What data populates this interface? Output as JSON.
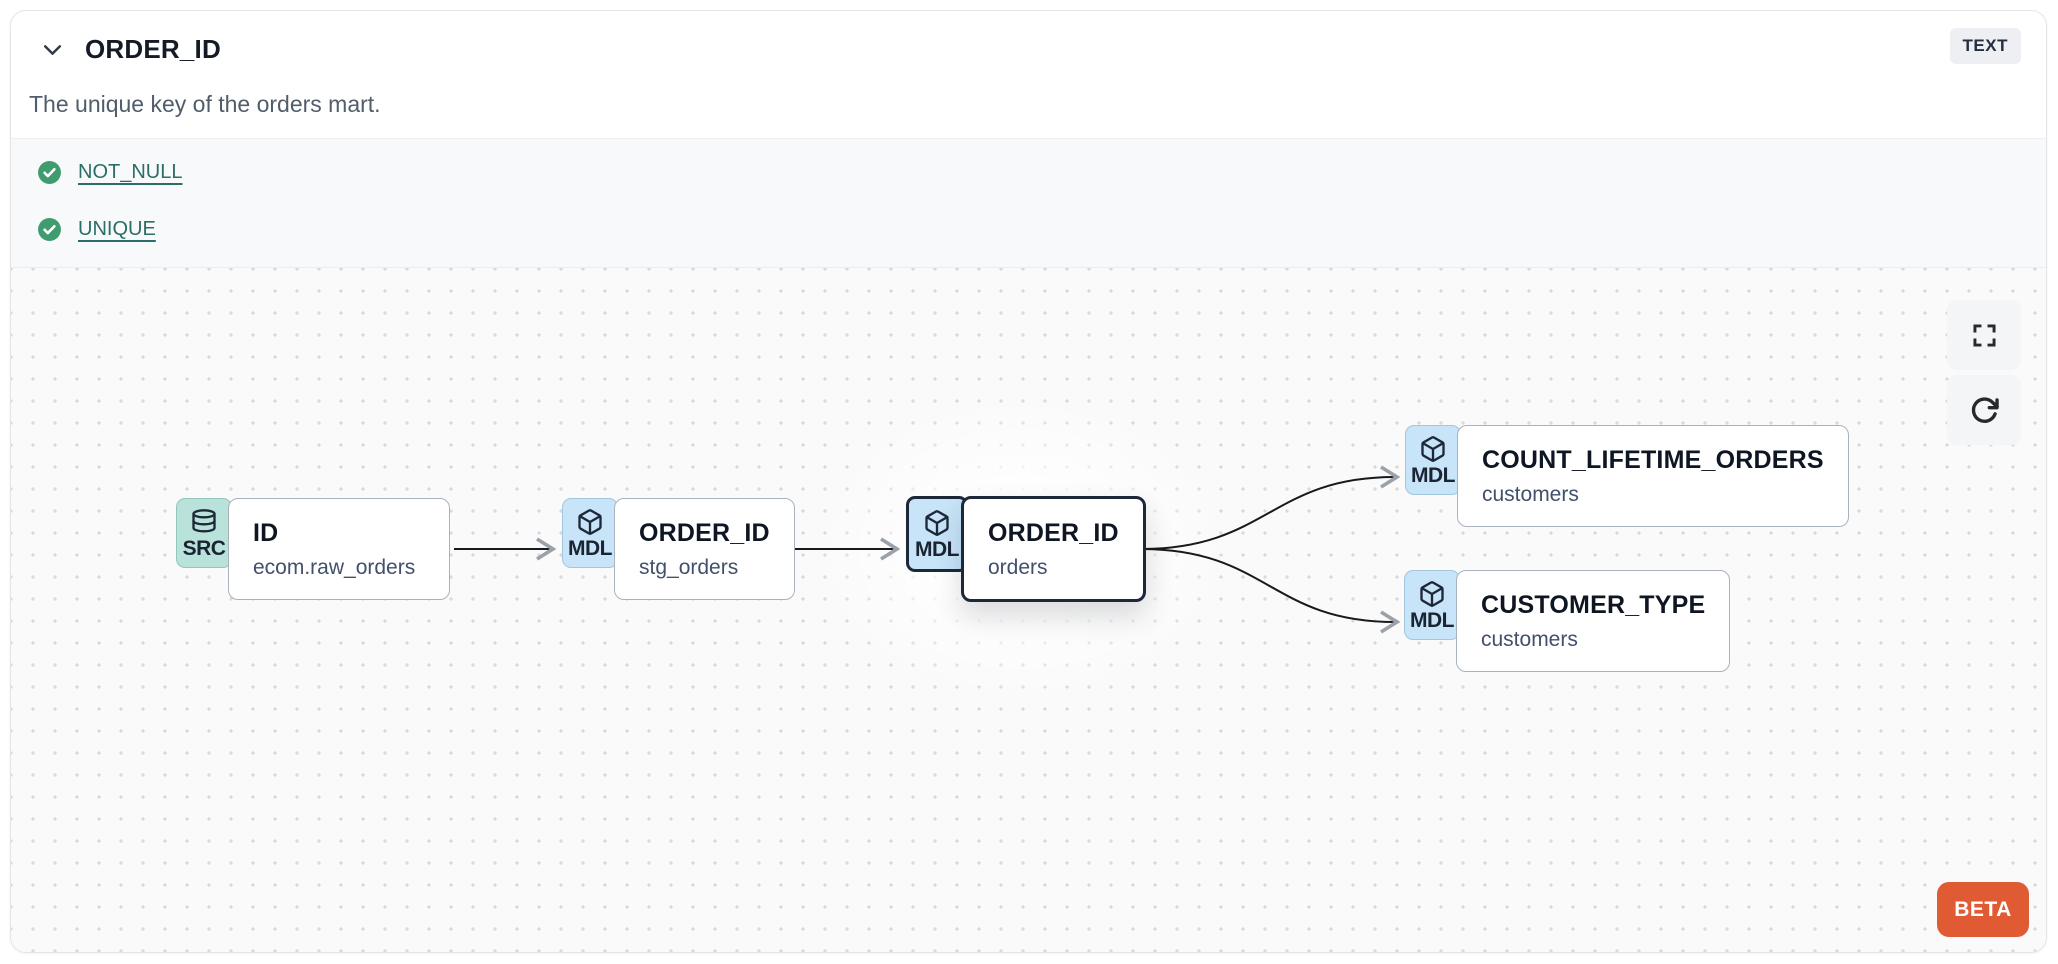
{
  "column": {
    "title": "ORDER_ID",
    "description": "The unique key of the orders mart.",
    "type_badge": "TEXT"
  },
  "tests": {
    "items": [
      {
        "label": "NOT_NULL",
        "status": "passed"
      },
      {
        "label": "UNIQUE",
        "status": "passed"
      }
    ]
  },
  "lineage": {
    "nodes": [
      {
        "badge": "SRC",
        "icon": "database-icon",
        "title": "ID",
        "subtitle": "ecom.raw_orders",
        "selected": false
      },
      {
        "badge": "MDL",
        "icon": "cube-icon",
        "title": "ORDER_ID",
        "subtitle": "stg_orders",
        "selected": false
      },
      {
        "badge": "MDL",
        "icon": "cube-icon",
        "title": "ORDER_ID",
        "subtitle": "orders",
        "selected": true
      },
      {
        "badge": "MDL",
        "icon": "cube-icon",
        "title": "COUNT_LIFETIME_ORDERS",
        "subtitle": "customers",
        "selected": false
      },
      {
        "badge": "MDL",
        "icon": "cube-icon",
        "title": "CUSTOMER_TYPE",
        "subtitle": "customers",
        "selected": false
      }
    ],
    "edges": [
      {
        "from": "ID (ecom.raw_orders)",
        "to": "ORDER_ID (stg_orders)"
      },
      {
        "from": "ORDER_ID (stg_orders)",
        "to": "ORDER_ID (orders)"
      },
      {
        "from": "ORDER_ID (orders)",
        "to": "COUNT_LIFETIME_ORDERS (customers)"
      },
      {
        "from": "ORDER_ID (orders)",
        "to": "CUSTOMER_TYPE (customers)"
      }
    ],
    "beta_label": "BETA"
  },
  "colors": {
    "source_badge_bg": "#b9e2da",
    "model_badge_bg": "#c7e4f8",
    "check_green": "#3f9c6e",
    "test_link": "#2b6e67",
    "beta_orange": "#e05a33",
    "selected_border": "#1d2838",
    "canvas_bg": "#fafafa",
    "tests_bg": "#f8f9fa"
  }
}
